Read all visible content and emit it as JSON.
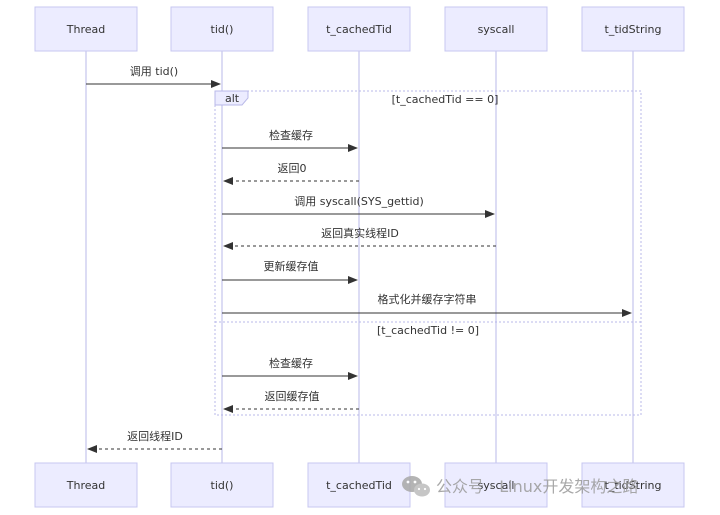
{
  "participants": [
    {
      "id": "thread",
      "label": "Thread"
    },
    {
      "id": "tid",
      "label": "tid()"
    },
    {
      "id": "cached",
      "label": "t_cachedTid"
    },
    {
      "id": "syscall",
      "label": "syscall"
    },
    {
      "id": "tidstring",
      "label": "t_tidString"
    }
  ],
  "messages": [
    {
      "id": "m1",
      "from": "thread",
      "to": "tid",
      "label": "调用 tid()",
      "style": "solid"
    },
    {
      "id": "m2",
      "from": "tid",
      "to": "cached",
      "label": "检查缓存",
      "style": "solid"
    },
    {
      "id": "m3",
      "from": "cached",
      "to": "tid",
      "label": "返回0",
      "style": "dashed"
    },
    {
      "id": "m4",
      "from": "tid",
      "to": "syscall",
      "label": "调用 syscall(SYS_gettid)",
      "style": "solid"
    },
    {
      "id": "m5",
      "from": "syscall",
      "to": "tid",
      "label": "返回真实线程ID",
      "style": "dashed"
    },
    {
      "id": "m6",
      "from": "tid",
      "to": "cached",
      "label": "更新缓存值",
      "style": "solid"
    },
    {
      "id": "m7",
      "from": "tid",
      "to": "tidstring",
      "label": "格式化并缓存字符串",
      "style": "solid"
    },
    {
      "id": "m8",
      "from": "tid",
      "to": "cached",
      "label": "检查缓存",
      "style": "solid"
    },
    {
      "id": "m9",
      "from": "cached",
      "to": "tid",
      "label": "返回缓存值",
      "style": "dashed"
    },
    {
      "id": "m10",
      "from": "tid",
      "to": "thread",
      "label": "返回线程ID",
      "style": "dashed"
    }
  ],
  "alt": {
    "keyword": "alt",
    "condition1": "[t_cachedTid == 0]",
    "condition2": "[t_cachedTid != 0]"
  },
  "watermark": {
    "icon": "wechat-icon",
    "text": "公众号 · Linux开发架构之路"
  },
  "colors": {
    "actor_fill": "#ececff",
    "actor_stroke": "#c7c7f0",
    "lifeline": "#b9b9e8",
    "arrow": "#333333"
  }
}
